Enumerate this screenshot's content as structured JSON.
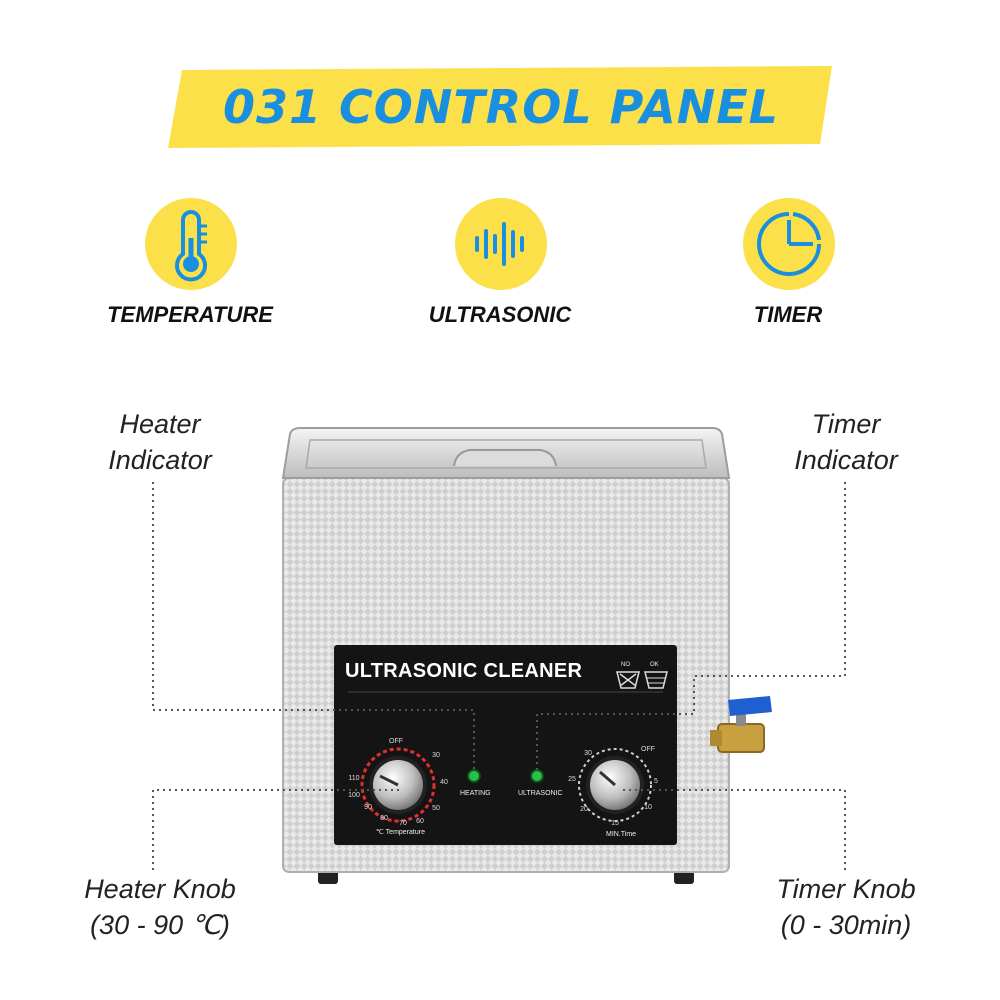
{
  "banner": {
    "title": "031 CONTROL PANEL"
  },
  "features": [
    {
      "icon": "thermometer-icon",
      "label": "TEMPERATURE"
    },
    {
      "icon": "sound-wave-icon",
      "label": "ULTRASONIC"
    },
    {
      "icon": "timer-icon",
      "label": "TIMER"
    }
  ],
  "callouts": {
    "heater_indicator": [
      "Heater",
      "Indicator"
    ],
    "timer_indicator": [
      "Timer",
      "Indicator"
    ],
    "heater_knob": [
      "Heater Knob",
      "(30 - 90 ℃)"
    ],
    "timer_knob": [
      "Timer Knob",
      "(0 - 30min)"
    ]
  },
  "panel": {
    "title": "ULTRASONIC CLEANER",
    "no_label": "NO",
    "ok_label": "OK",
    "heating_label": "HEATING",
    "ultrasonic_label": "ULTRASONIC",
    "temp_caption": "℃ Temperature",
    "time_caption": "MIN.Time",
    "temp_ticks": [
      "OFF",
      "30",
      "40",
      "50",
      "60",
      "70",
      "80",
      "90",
      "100",
      "110"
    ],
    "time_ticks": [
      "OFF",
      "5",
      "10",
      "15",
      "20",
      "25",
      "30"
    ]
  },
  "colors": {
    "banner_yellow": "#fbe04a",
    "title_blue": "#1a8fe0",
    "icon_blue": "#1a8fe0",
    "panel_black": "#141414",
    "indicator_green": "#2bbf4a",
    "valve_blue": "#1f5fd0",
    "valve_brass": "#c8a040"
  }
}
